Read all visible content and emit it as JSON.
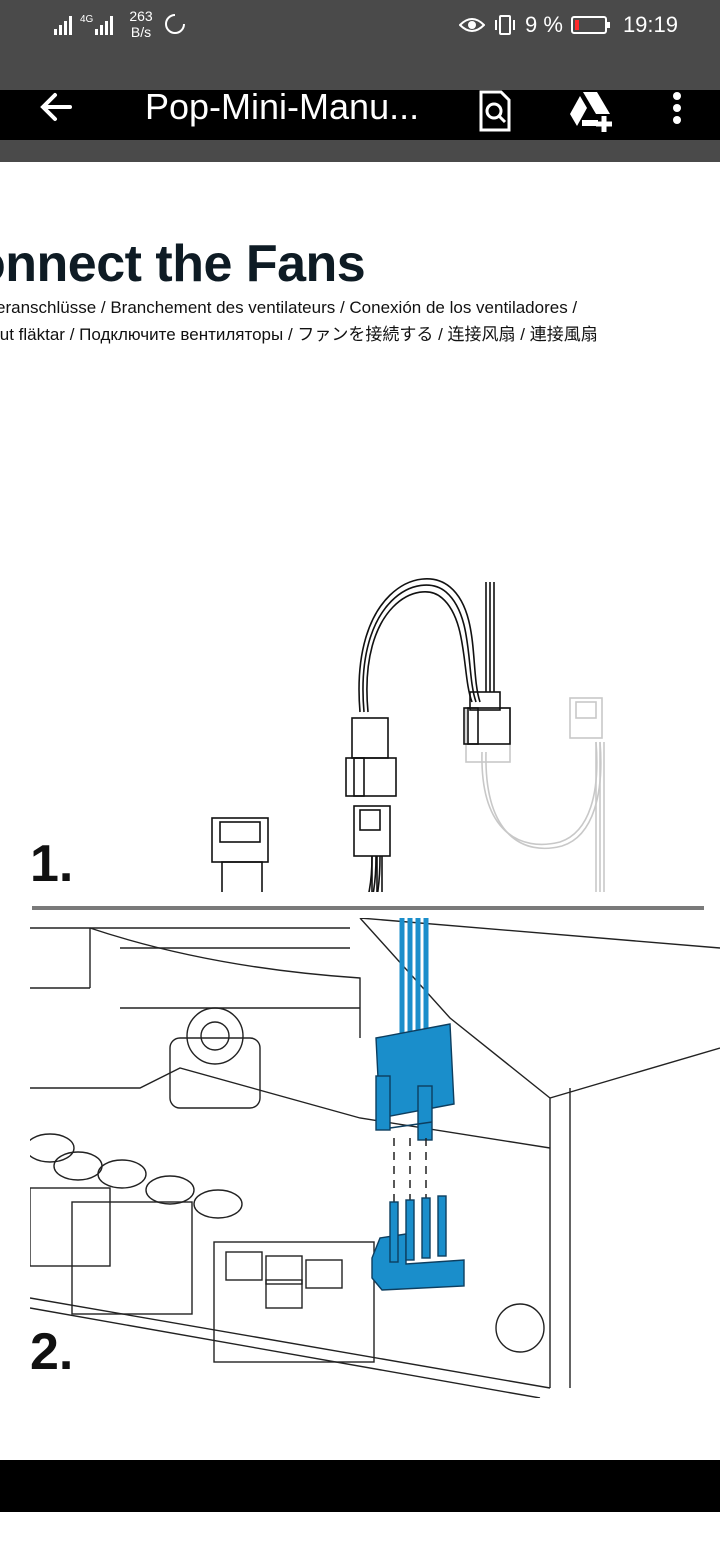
{
  "status_bar": {
    "network_type": "4G",
    "net_speed_value": "263",
    "net_speed_unit": "B/s",
    "battery_percent": "9 %",
    "time": "19:19"
  },
  "toolbar": {
    "title": "Pop-Mini-Manu..."
  },
  "page": {
    "heading": "onnect the Fans",
    "subtitle_line1": "eranschlüsse / Branchement des ventilateurs / Conexión de los ventiladores /",
    "subtitle_line2": "lut fläktar / Подключите вентиляторы / ファンを接続する / 连接风扇 / 連接風扇",
    "step1_label": "1.",
    "step2_label": "2."
  },
  "colors": {
    "connector_blue": "#1a8ecb",
    "status_bar_bg": "#4a4a4a",
    "toolbar_bg": "#000000",
    "heading_color": "#0e1b24",
    "battery_low": "#ff2a2a"
  },
  "icons": [
    "signal-icon",
    "signal-4g-icon",
    "sync-icon",
    "eye-icon",
    "vibrate-icon",
    "battery-icon",
    "back-arrow-icon",
    "search-document-icon",
    "drive-add-icon",
    "more-vert-icon"
  ]
}
